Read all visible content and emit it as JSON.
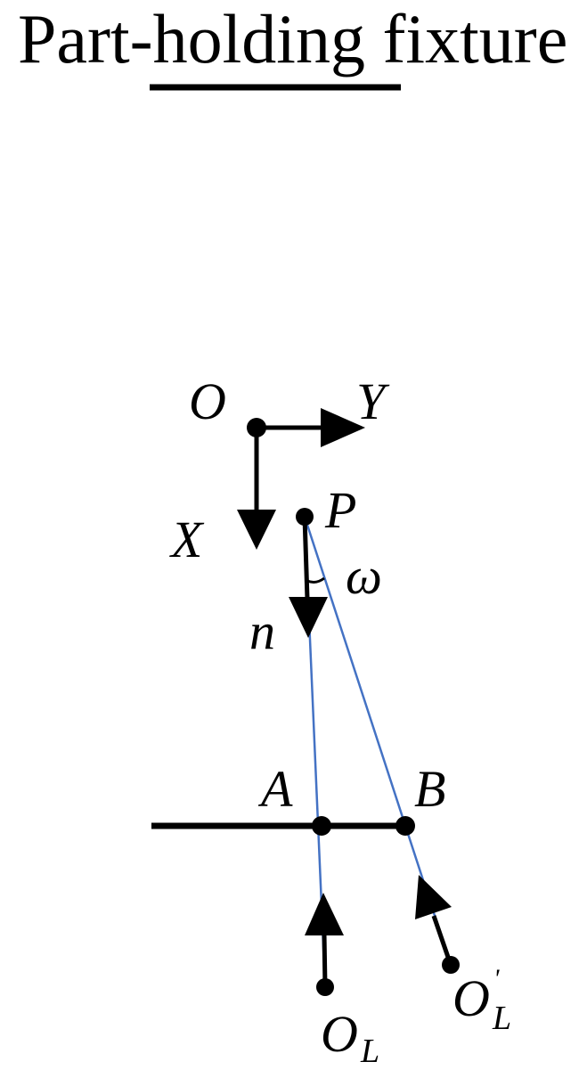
{
  "title": "Part-holding fixture",
  "labels": {
    "origin": "O",
    "axis_y": "Y",
    "axis_x": "X",
    "point_p": "P",
    "angle": "ω",
    "normal": "n",
    "point_a": "A",
    "point_b": "B",
    "laser_source": "O",
    "laser_source_sub": "L",
    "laser_source_prime": "O",
    "laser_source_prime_sup": "'",
    "laser_source_prime_sub": "L"
  },
  "colors": {
    "ink": "#000000",
    "beam": "#4472c4"
  }
}
